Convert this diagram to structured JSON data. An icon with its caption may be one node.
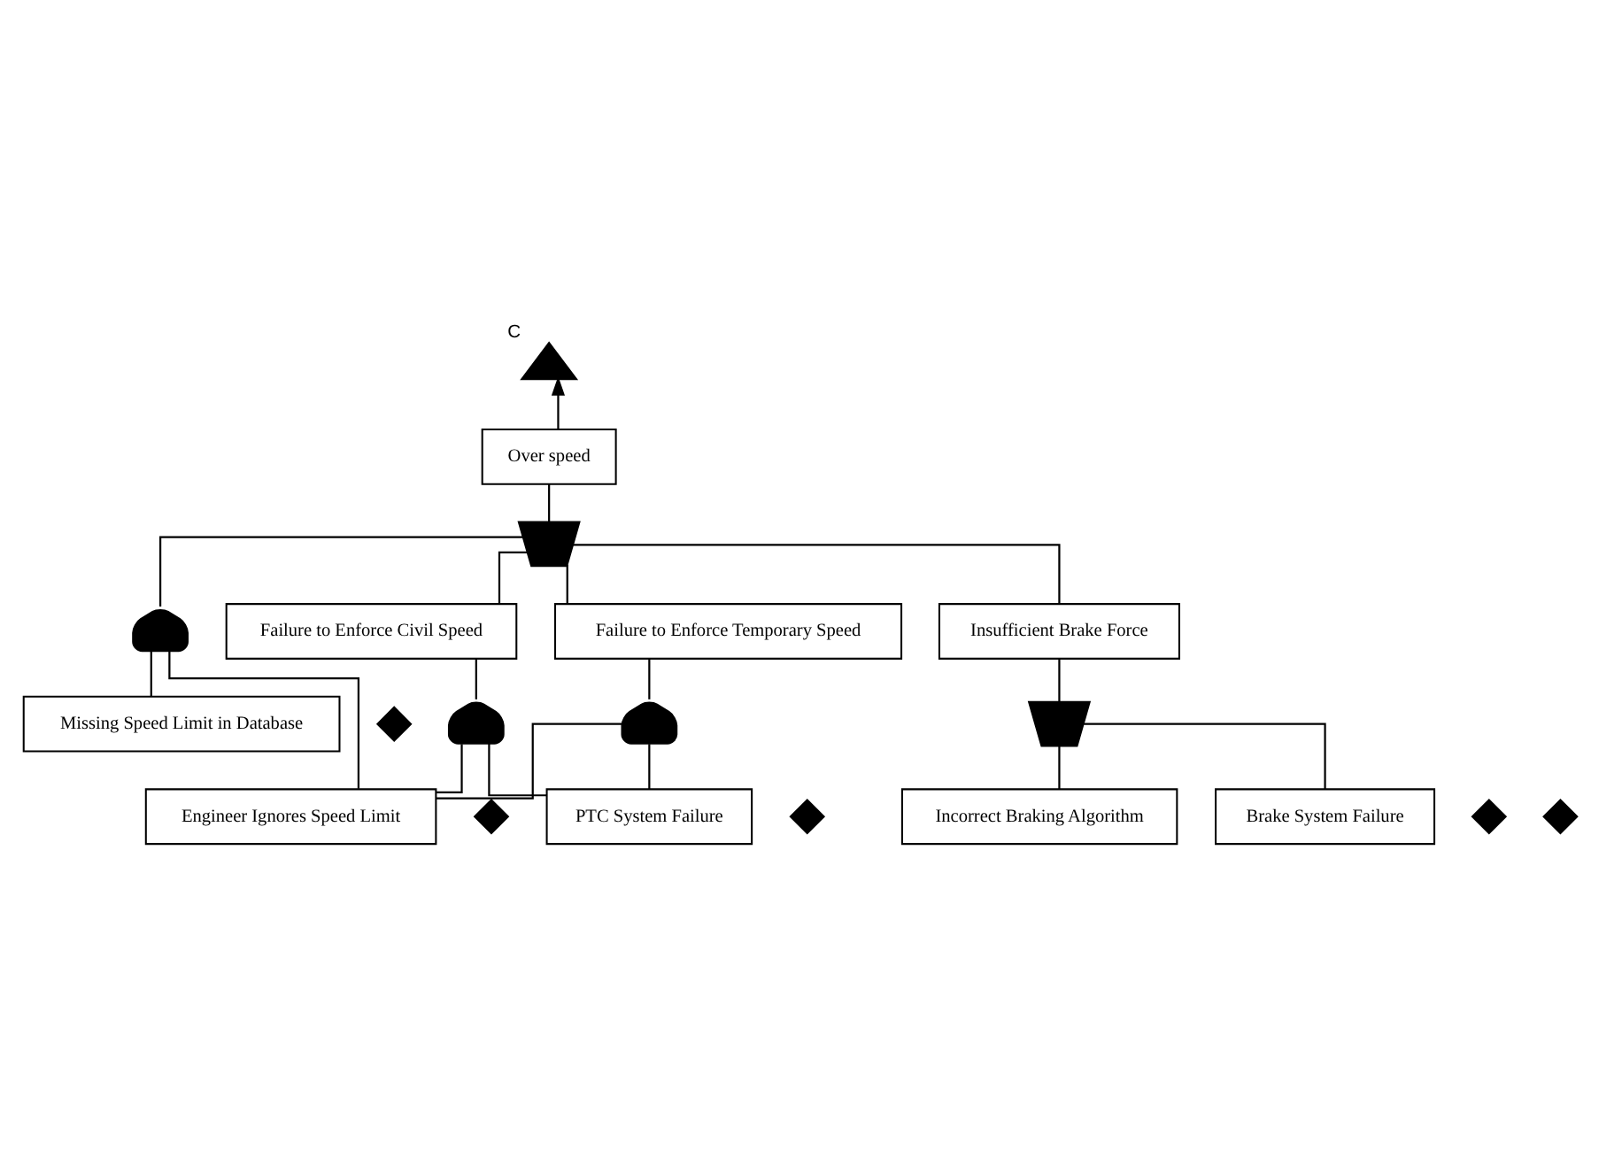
{
  "diagram": {
    "nodes": [
      {
        "text": [],
        "shape": "triangle",
        "beside": [
          "C"
        ]
      },
      {
        "text": [
          "Over speed"
        ]
      },
      {
        "text": [],
        "shape": "gate"
      },
      {
        "text": [
          "Failure to Enforce Civil Speed"
        ]
      },
      {
        "text": [
          "Insufficient Brake Force"
        ]
      },
      {
        "text": [],
        "shape": "gate"
      },
      {
        "text": [],
        "shape": "gate"
      },
      {
        "text": [],
        "shape": "gate"
      },
      {
        "text": [
          "Missing Speed Limit in Database"
        ]
      },
      {
        "text": [
          "Brake System Failure"
        ]
      },
      {
        "text": [],
        "shape": "diamond"
      },
      {
        "text": [],
        "shape": "diamond"
      },
      {
        "text": [
          "Failure to Enforce Temporary Speed"
        ]
      },
      {
        "text": [
          "Engineer Ignores Speed Limit"
        ]
      },
      {
        "text": [],
        "shape": "gate"
      },
      {
        "text": [],
        "shape": "diamond"
      },
      {
        "text": [
          "PTC System Failure"
        ]
      },
      {
        "text": [
          "Incorrect Braking Algorithm"
        ]
      },
      {
        "text": [],
        "shape": "diamond"
      },
      {
        "text": [],
        "shape": "diamond"
      }
    ],
    "edges": [
      {
        "from": 1,
        "to": 0,
        "arrow": "to"
      },
      {
        "from": 1,
        "to": 2,
        "arrow": "none"
      },
      {
        "from": 2,
        "to": 3,
        "arrow": "none"
      },
      {
        "from": 2,
        "to": 6,
        "arrow": "none"
      },
      {
        "from": 2,
        "to": 12,
        "arrow": "none"
      },
      {
        "from": 2,
        "to": 4,
        "arrow": "none"
      },
      {
        "from": 3,
        "to": 5,
        "arrow": "none"
      },
      {
        "from": 5,
        "to": 16,
        "arrow": "none"
      },
      {
        "from": 5,
        "to": 13,
        "arrow": "none"
      },
      {
        "from": 6,
        "to": 8,
        "arrow": "none"
      },
      {
        "from": 6,
        "to": 13,
        "arrow": "none"
      },
      {
        "from": 4,
        "to": 7,
        "arrow": "none"
      },
      {
        "from": 7,
        "to": 17,
        "arrow": "none"
      },
      {
        "from": 7,
        "to": 9,
        "arrow": "none"
      },
      {
        "from": 12,
        "to": 14,
        "arrow": "none"
      },
      {
        "from": 14,
        "to": 16,
        "arrow": "none"
      },
      {
        "from": 14,
        "to": 13,
        "arrow": "none"
      }
    ]
  }
}
